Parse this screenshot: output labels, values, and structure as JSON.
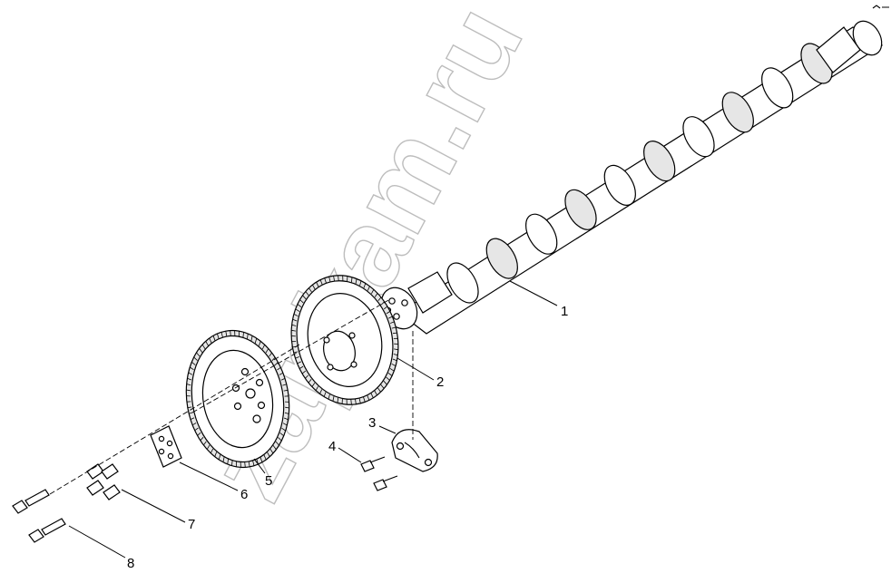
{
  "watermark": "zapkam.ru",
  "callouts": [
    {
      "id": "1",
      "text": "1"
    },
    {
      "id": "2",
      "text": "2"
    },
    {
      "id": "3",
      "text": "3"
    },
    {
      "id": "4",
      "text": "4"
    },
    {
      "id": "5",
      "text": "5"
    },
    {
      "id": "6",
      "text": "6"
    },
    {
      "id": "7",
      "text": "7"
    },
    {
      "id": "8",
      "text": "8"
    }
  ],
  "parts": [
    {
      "callout": "1",
      "icon": "camshaft-icon"
    },
    {
      "callout": "2",
      "icon": "camshaft-gear-icon"
    },
    {
      "callout": "3",
      "icon": "thrust-plate-icon"
    },
    {
      "callout": "4",
      "icon": "bolt-icon"
    },
    {
      "callout": "5",
      "icon": "idler-gear-icon"
    },
    {
      "callout": "6",
      "icon": "hub-plate-icon"
    },
    {
      "callout": "7",
      "icon": "bolt-set-icon"
    },
    {
      "callout": "8",
      "icon": "screw-icon"
    }
  ]
}
